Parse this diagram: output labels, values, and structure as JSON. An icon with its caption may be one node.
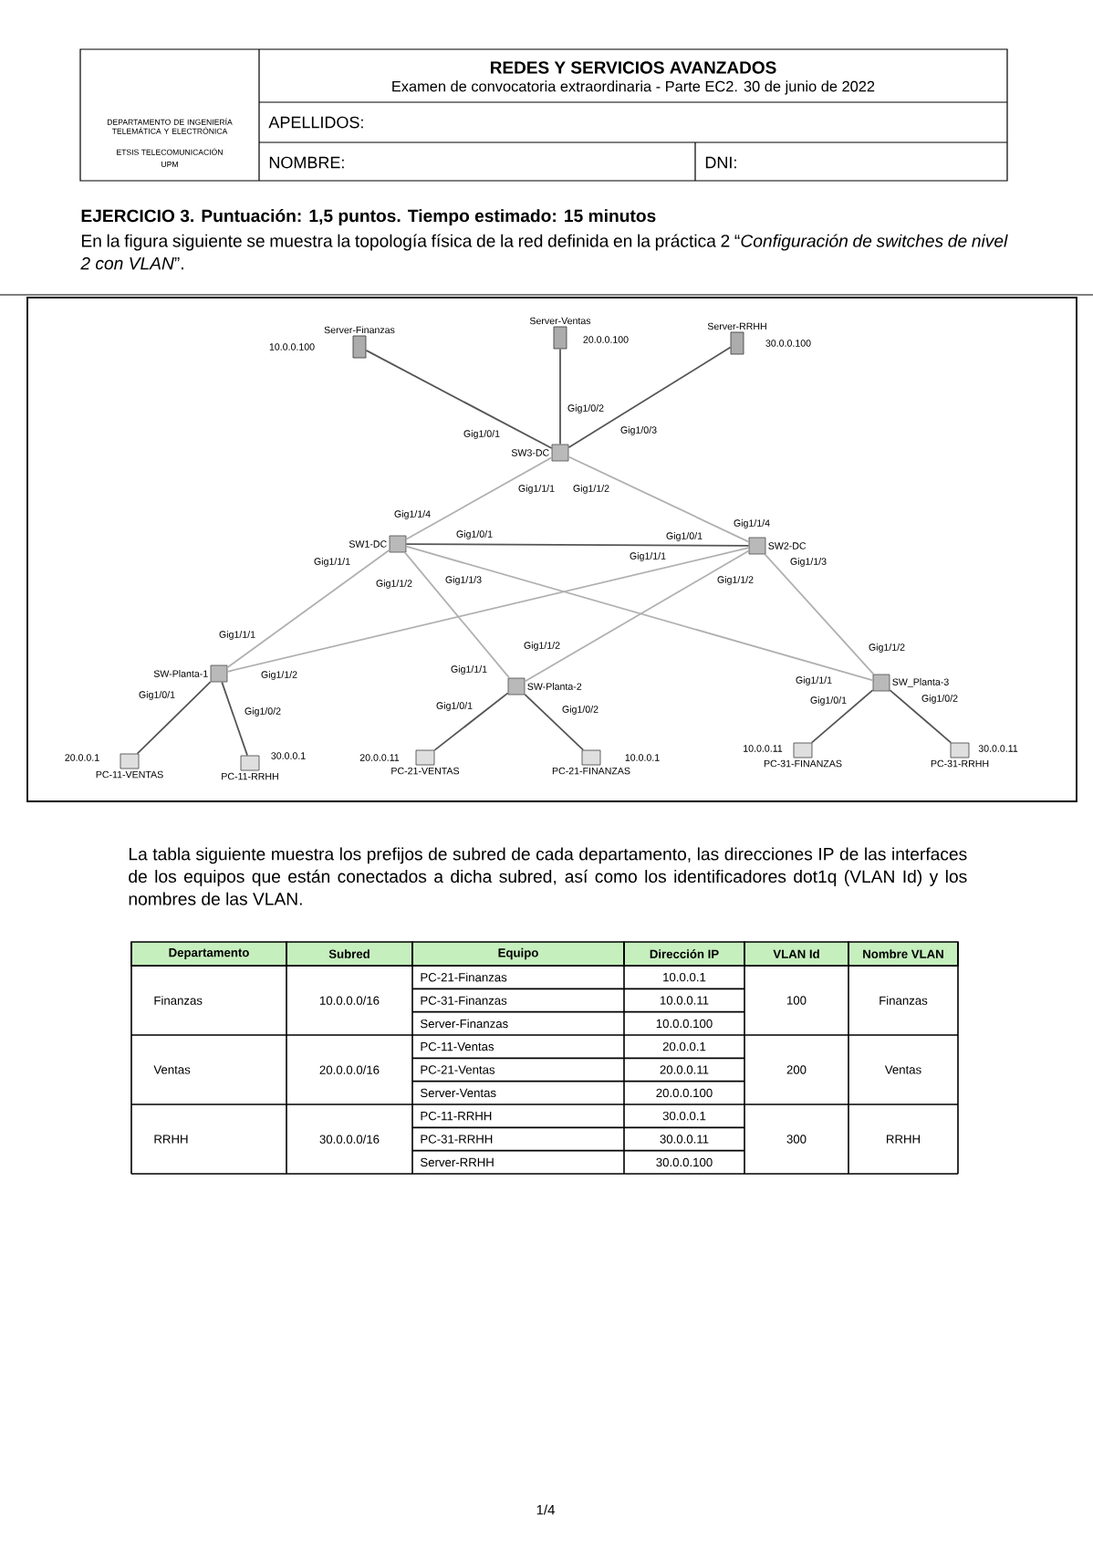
{
  "diagram": {
    "nodes": [
      {
        "text": [
          "Server-Finanzas"
        ],
        "beside": [
          "10.0.0.100"
        ]
      },
      {
        "text": [
          "Server-Ventas"
        ],
        "beside": [
          "20.0.0.100"
        ]
      },
      {
        "text": [
          "Server-RRHH"
        ],
        "beside": [
          "30.0.0.100"
        ]
      },
      {
        "text": [
          "SW3-DC"
        ]
      },
      {
        "text": [
          "SW1-DC"
        ]
      },
      {
        "text": [
          "SW2-DC"
        ]
      },
      {
        "text": [
          "SW-Planta-1"
        ]
      },
      {
        "text": [
          "SW-Planta-2"
        ]
      },
      {
        "text": [
          "SW_Planta-3"
        ]
      },
      {
        "text": [
          "PC-11-VENTAS"
        ],
        "beside": [
          "20.0.0.1"
        ]
      },
      {
        "text": [
          "PC-11-RRHH"
        ],
        "beside": [
          "30.0.0.1"
        ]
      },
      {
        "text": [
          "PC-21-VENTAS"
        ],
        "beside": [
          "20.0.0.11"
        ]
      },
      {
        "text": [
          "PC-21-FINANZAS"
        ],
        "beside": [
          "10.0.0.1"
        ]
      },
      {
        "text": [
          "PC-31-FINANZAS"
        ],
        "beside": [
          "10.0.0.11"
        ]
      },
      {
        "text": [
          "PC-31-RRHH"
        ],
        "beside": [
          "30.0.0.11"
        ]
      }
    ],
    "edges": [
      {
        "from": 3,
        "to": 0,
        "arrow": "none"
      },
      {
        "from": 3,
        "to": 1,
        "arrow": "none"
      },
      {
        "from": 3,
        "to": 2,
        "arrow": "none"
      },
      {
        "from": 3,
        "to": 4,
        "arrow": "none",
        "color": "#b0b0b0"
      },
      {
        "from": 3,
        "to": 5,
        "arrow": "none",
        "color": "#b0b0b0"
      },
      {
        "from": 4,
        "to": 5,
        "arrow": "none"
      },
      {
        "from": 4,
        "to": 6,
        "arrow": "none",
        "color": "#b0b0b0"
      },
      {
        "from": 4,
        "to": 7,
        "arrow": "none",
        "color": "#b0b0b0"
      },
      {
        "from": 4,
        "to": 8,
        "arrow": "none",
        "color": "#b0b0b0"
      },
      {
        "from": 5,
        "to": 6,
        "arrow": "none",
        "color": "#b0b0b0"
      },
      {
        "from": 5,
        "to": 7,
        "arrow": "none",
        "color": "#b0b0b0"
      },
      {
        "from": 5,
        "to": 8,
        "arrow": "none",
        "color": "#b0b0b0"
      },
      {
        "from": 6,
        "to": 9,
        "arrow": "none"
      },
      {
        "from": 6,
        "to": 10,
        "arrow": "none"
      },
      {
        "from": 7,
        "to": 11,
        "arrow": "none"
      },
      {
        "from": 7,
        "to": 12,
        "arrow": "none"
      },
      {
        "from": 8,
        "to": 13,
        "arrow": "none"
      },
      {
        "from": 8,
        "to": 14,
        "arrow": "none"
      }
    ],
    "labels": [
      "DEPARTAMENTO DE INGENIERÍA TELEMÁTICA Y ELECTRÓNICA",
      "ETSIS TELECOMUNICACIÓN",
      "UPM",
      "REDES Y SERVICIOS AVANZADOS",
      "Examen de convocatoria extraordinaria - Parte EC2. 30 de junio de 2022",
      "APELLIDOS:",
      "NOMBRE:",
      "DNI:",
      "EJERCICIO 3. Puntuación: 1,5 puntos. Tiempo estimado: 15 minutos",
      "En la figura siguiente se muestra la topología física de la red definida en la práctica 2 “*Configuración de switches de nivel 2 con VLAN*”.",
      "Gig1/0/1",
      "Gig1/0/2",
      "Gig1/0/3",
      "Gig1/1/1",
      "Gig1/1/2",
      "Gig1/1/4",
      "Gig1/1/4",
      "Gig1/0/1",
      "Gig1/0/1",
      "Gig1/1/1",
      "Gig1/1/2",
      "Gig1/1/3",
      "Gig1/1/1",
      "Gig1/1/2",
      "Gig1/1/3",
      "Gig1/1/1",
      "Gig1/1/2",
      "Gig1/0/1",
      "Gig1/0/2",
      "Gig1/1/2",
      "Gig1/1/1",
      "Gig1/0/1",
      "Gig1/0/2",
      "Gig1/1/2",
      "Gig1/1/1",
      "Gig1/0/1",
      "Gig1/0/2",
      "La tabla siguiente muestra los prefijos de subred de cada departamento, las direcciones IP de las interfaces de los equipos que están conectados a dicha subred, así como los identificadores dot1q (VLAN Id) y los nombres de las VLAN.",
      "Departamento",
      "Subred",
      "Equipo",
      "Dirección IP",
      "VLAN Id",
      "Nombre VLAN",
      "PC-21-Finanzas",
      "10.0.0.1",
      "Finanzas",
      "10.0.0.0/16",
      "PC-31-Finanzas",
      "10.0.0.11",
      "100",
      "Finanzas",
      "Server-Finanzas",
      "10.0.0.100",
      "PC-11-Ventas",
      "20.0.0.1",
      "Ventas",
      "20.0.0.0/16",
      "PC-21-Ventas",
      "20.0.0.11",
      "200",
      "Ventas",
      "Server-Ventas",
      "20.0.0.100",
      "PC-11-RRHH",
      "30.0.0.1",
      "RRHH",
      "30.0.0.0/16",
      "PC-31-RRHH",
      "30.0.0.11",
      "300",
      "RRHH",
      "Server-RRHH",
      "30.0.0.100",
      "1/4"
    ]
  }
}
